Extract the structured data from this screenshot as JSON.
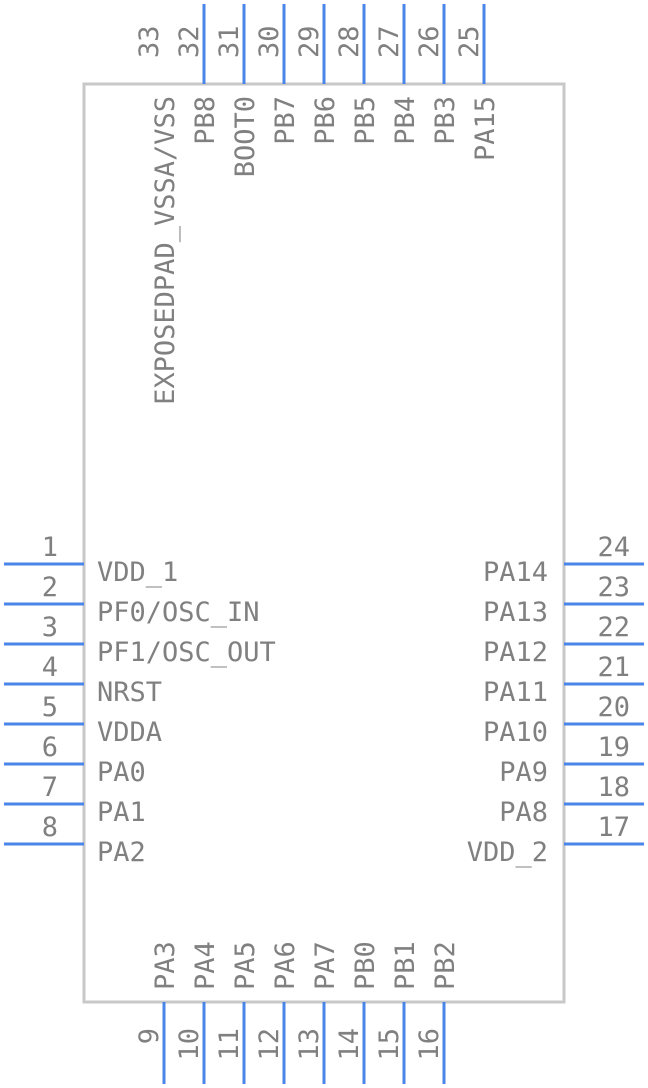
{
  "package": {
    "left_pins": [
      {
        "num": "1",
        "label": "VDD_1"
      },
      {
        "num": "2",
        "label": "PF0/OSC_IN"
      },
      {
        "num": "3",
        "label": "PF1/OSC_OUT"
      },
      {
        "num": "4",
        "label": "NRST"
      },
      {
        "num": "5",
        "label": "VDDA"
      },
      {
        "num": "6",
        "label": "PA0"
      },
      {
        "num": "7",
        "label": "PA1"
      },
      {
        "num": "8",
        "label": "PA2"
      }
    ],
    "bottom_pins": [
      {
        "num": "9",
        "label": "PA3"
      },
      {
        "num": "10",
        "label": "PA4"
      },
      {
        "num": "11",
        "label": "PA5"
      },
      {
        "num": "12",
        "label": "PA6"
      },
      {
        "num": "13",
        "label": "PA7"
      },
      {
        "num": "14",
        "label": "PB0"
      },
      {
        "num": "15",
        "label": "PB1"
      },
      {
        "num": "16",
        "label": "PB2"
      }
    ],
    "right_pins": [
      {
        "num": "17",
        "label": "VDD_2"
      },
      {
        "num": "18",
        "label": "PA8"
      },
      {
        "num": "19",
        "label": "PA9"
      },
      {
        "num": "20",
        "label": "PA10"
      },
      {
        "num": "21",
        "label": "PA11"
      },
      {
        "num": "22",
        "label": "PA12"
      },
      {
        "num": "23",
        "label": "PA13"
      },
      {
        "num": "24",
        "label": "PA14"
      }
    ],
    "top_pins": [
      {
        "num": "25",
        "label": "PA15"
      },
      {
        "num": "26",
        "label": "PB3"
      },
      {
        "num": "27",
        "label": "PB4"
      },
      {
        "num": "28",
        "label": "PB5"
      },
      {
        "num": "29",
        "label": "PB6"
      },
      {
        "num": "30",
        "label": "PB7"
      },
      {
        "num": "31",
        "label": "BOOT0"
      },
      {
        "num": "32",
        "label": "PB8"
      },
      {
        "num": "33",
        "label": "EXPOSEDPAD_VSSA/VSS"
      }
    ]
  }
}
